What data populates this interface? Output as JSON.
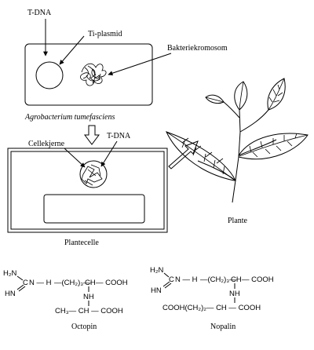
{
  "labels": {
    "tdna_top": "T-DNA",
    "ti_plasmid": "Ti-plasmid",
    "bakteriekromosom": "Bakteriekromosom",
    "agrobacterium": "Agrobacterium tumefasciens",
    "cellekjerne": "Cellekjerne",
    "tdna_cell": "T-DNA",
    "plantecelle": "Plantecelle",
    "plante": "Plante"
  },
  "octopin": {
    "name": "Octopin",
    "h2n": "H₂N",
    "hn": "HN",
    "c": "C",
    "n_h": "N — H",
    "chain": "—(CH₂)₃—",
    "ch": "CH",
    "cooh1": "— COOH",
    "nh": "NH",
    "h3c": "CH₃— CH — COOH"
  },
  "nopalin": {
    "name": "Nopalin",
    "h2n": "H₂N",
    "hn": "HN",
    "c": "C",
    "n_h": "N — H",
    "chain": "—(CH₂)₃—",
    "ch": "CH",
    "cooh1": "— COOH",
    "nh": "NH",
    "cooh2": "COOH(CH₂)₂— CH — COOH"
  },
  "colors": {
    "line": "#000000",
    "background": "#ffffff"
  }
}
